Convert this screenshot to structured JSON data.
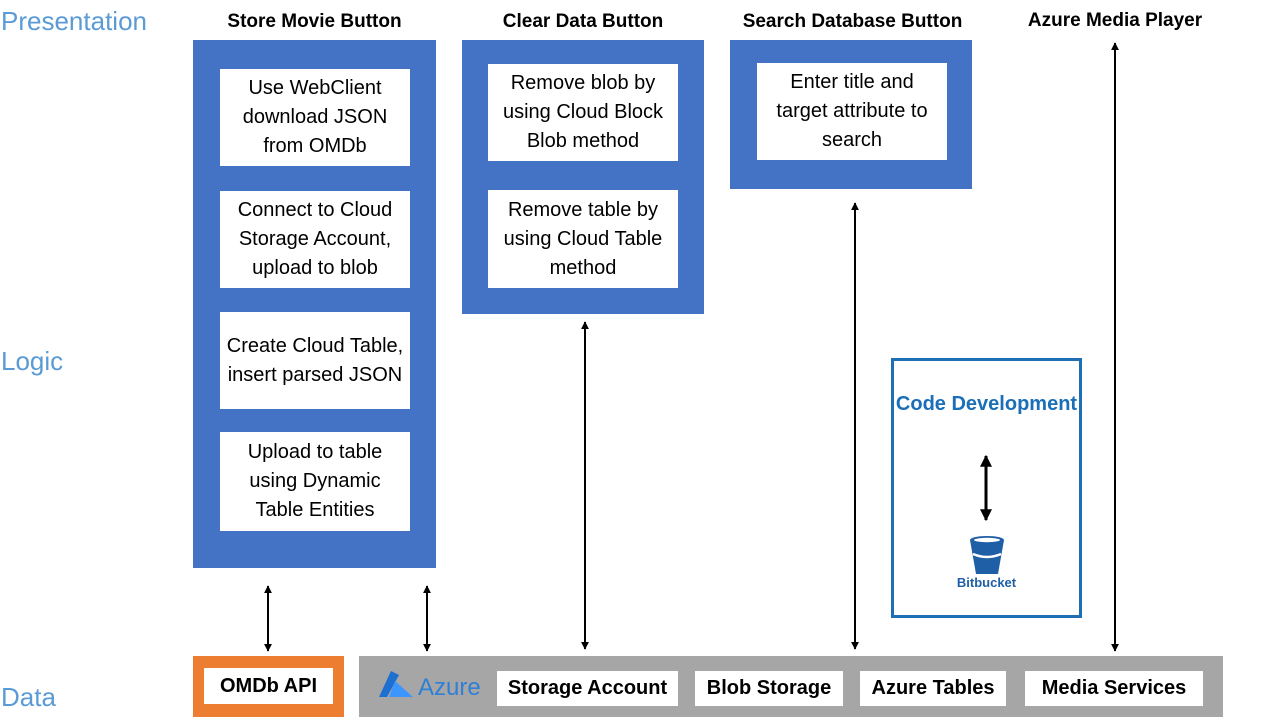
{
  "tiers": {
    "presentation": "Presentation",
    "logic": "Logic",
    "data": "Data"
  },
  "columns": {
    "store_movie": {
      "header": "Store Movie Button",
      "steps": [
        "Use WebClient download JSON from OMDb",
        "Connect to Cloud Storage Account, upload to blob",
        "Create Cloud Table, insert parsed JSON",
        "Upload to table using Dynamic Table Entities"
      ]
    },
    "clear_data": {
      "header": "Clear Data Button",
      "steps": [
        "Remove blob by using Cloud Block Blob method",
        "Remove table by using Cloud Table method"
      ]
    },
    "search_database": {
      "header": "Search Database Button",
      "steps": [
        "Enter title and target attribute to search"
      ]
    },
    "media_player": {
      "header": "Azure Media Player"
    }
  },
  "code_development": {
    "title": "Code Development",
    "logo_label": "Bitbucket",
    "logo_icon": "bitbucket-bucket-icon"
  },
  "data_layer": {
    "omdb": "OMDb API",
    "azure_label": "Azure",
    "azure_icon": "azure-logo-icon",
    "services": [
      "Storage Account",
      "Blob Storage",
      "Azure Tables",
      "Media Services"
    ]
  },
  "colors": {
    "panel_blue": "#4472c4",
    "tier_label_blue": "#5b9bd5",
    "omdb_orange": "#ed7d31",
    "azure_gray": "#a6a6a6",
    "code_dev_blue": "#1f6fb5"
  }
}
